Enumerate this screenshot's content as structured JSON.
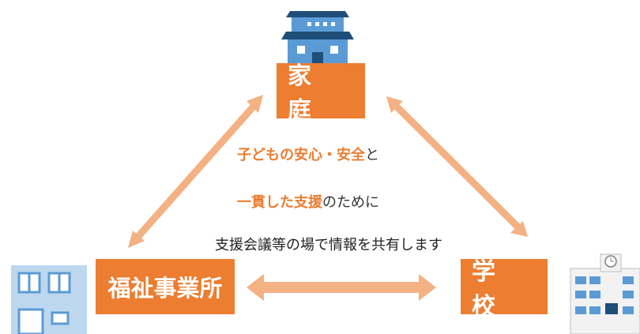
{
  "nodes": {
    "home": "家 庭",
    "welfare": "福祉事業所",
    "school": "学 校"
  },
  "message": {
    "line1_highlight": "子どもの安心・安全",
    "line1_rest": "と",
    "line2_highlight": "一貫した支援",
    "line2_rest": "のために",
    "line3": "支援会議等の場で情報を共有します"
  },
  "colors": {
    "box": "#ec7d31",
    "arrow": "#f4b183",
    "building_blue": "#5b9bd5",
    "building_dark": "#1f4e79"
  },
  "icons": {
    "home": "house-icon",
    "welfare": "office-building-icon",
    "school": "school-building-icon"
  }
}
